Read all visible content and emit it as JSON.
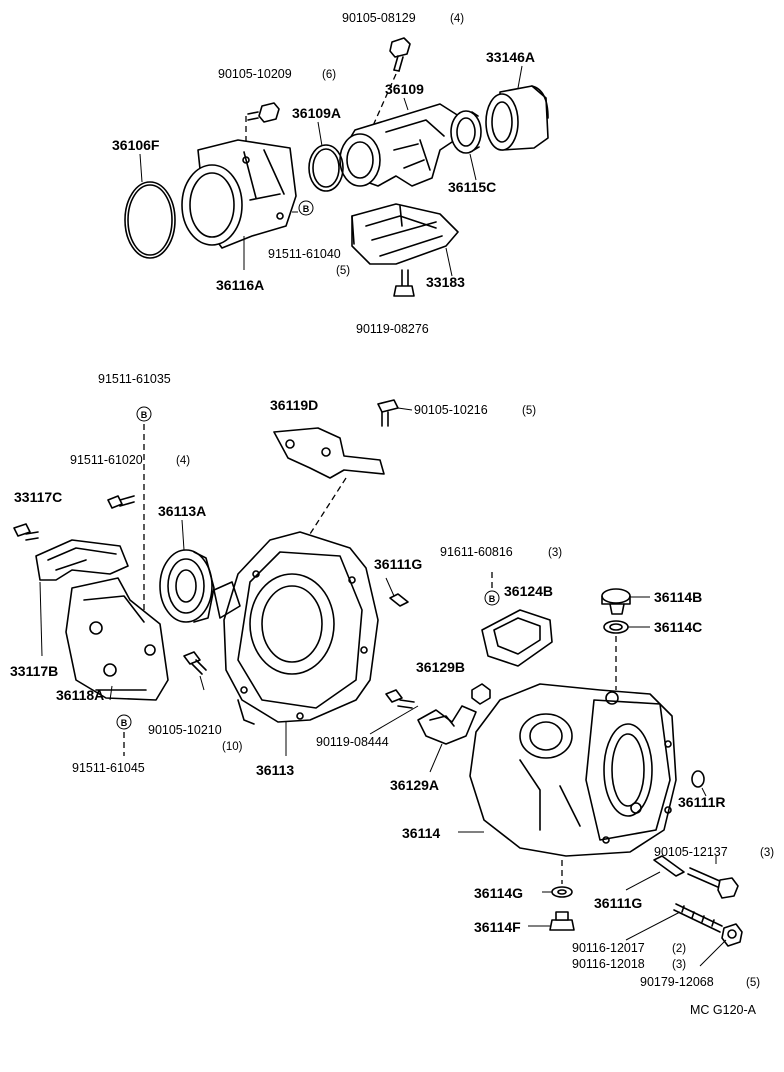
{
  "labels": {
    "p90105_08129": "90105-08129",
    "p90105_08129_qty": "(4)",
    "p33146A": "33146A",
    "p90105_10209": "90105-10209",
    "p90105_10209_qty": "(6)",
    "p36109": "36109",
    "p36109A": "36109A",
    "p36106F": "36106F",
    "p36115C": "36115C",
    "p91511_61040": "91511-61040",
    "p91511_61040_qty": "(5)",
    "p33183": "33183",
    "p36116A": "36116A",
    "p90119_08276": "90119-08276",
    "p91511_61035": "91511-61035",
    "p36119D": "36119D",
    "p90105_10216": "90105-10216",
    "p90105_10216_qty": "(5)",
    "p91511_61020": "91511-61020",
    "p91511_61020_qty": "(4)",
    "p33117C": "33117C",
    "p36113A": "36113A",
    "p36111G_a": "36111G",
    "p91611_60816": "91611-60816",
    "p91611_60816_qty": "(3)",
    "p36124B": "36124B",
    "p36114B": "36114B",
    "p36114C": "36114C",
    "p33117B": "33117B",
    "p36118A": "36118A",
    "p36129B": "36129B",
    "p90105_10210": "90105-10210",
    "p90105_10210_qty": "(10)",
    "p90119_08444": "90119-08444",
    "p91511_61045": "91511-61045",
    "p36113": "36113",
    "p36129A": "36129A",
    "p36111R": "36111R",
    "p36114": "36114",
    "p90105_12137": "90105-12137",
    "p90105_12137_qty": "(3)",
    "p36114G": "36114G",
    "p36111G_b": "36111G",
    "p36114F": "36114F",
    "p90116_12017": "90116-12017",
    "p90116_12017_qty": "(2)",
    "p90116_12018": "90116-12018",
    "p90116_12018_qty": "(3)",
    "p90179_12068": "90179-12068",
    "p90179_12068_qty": "(5)",
    "figure_code": "MC  G120-A"
  },
  "callout_marker": "B"
}
